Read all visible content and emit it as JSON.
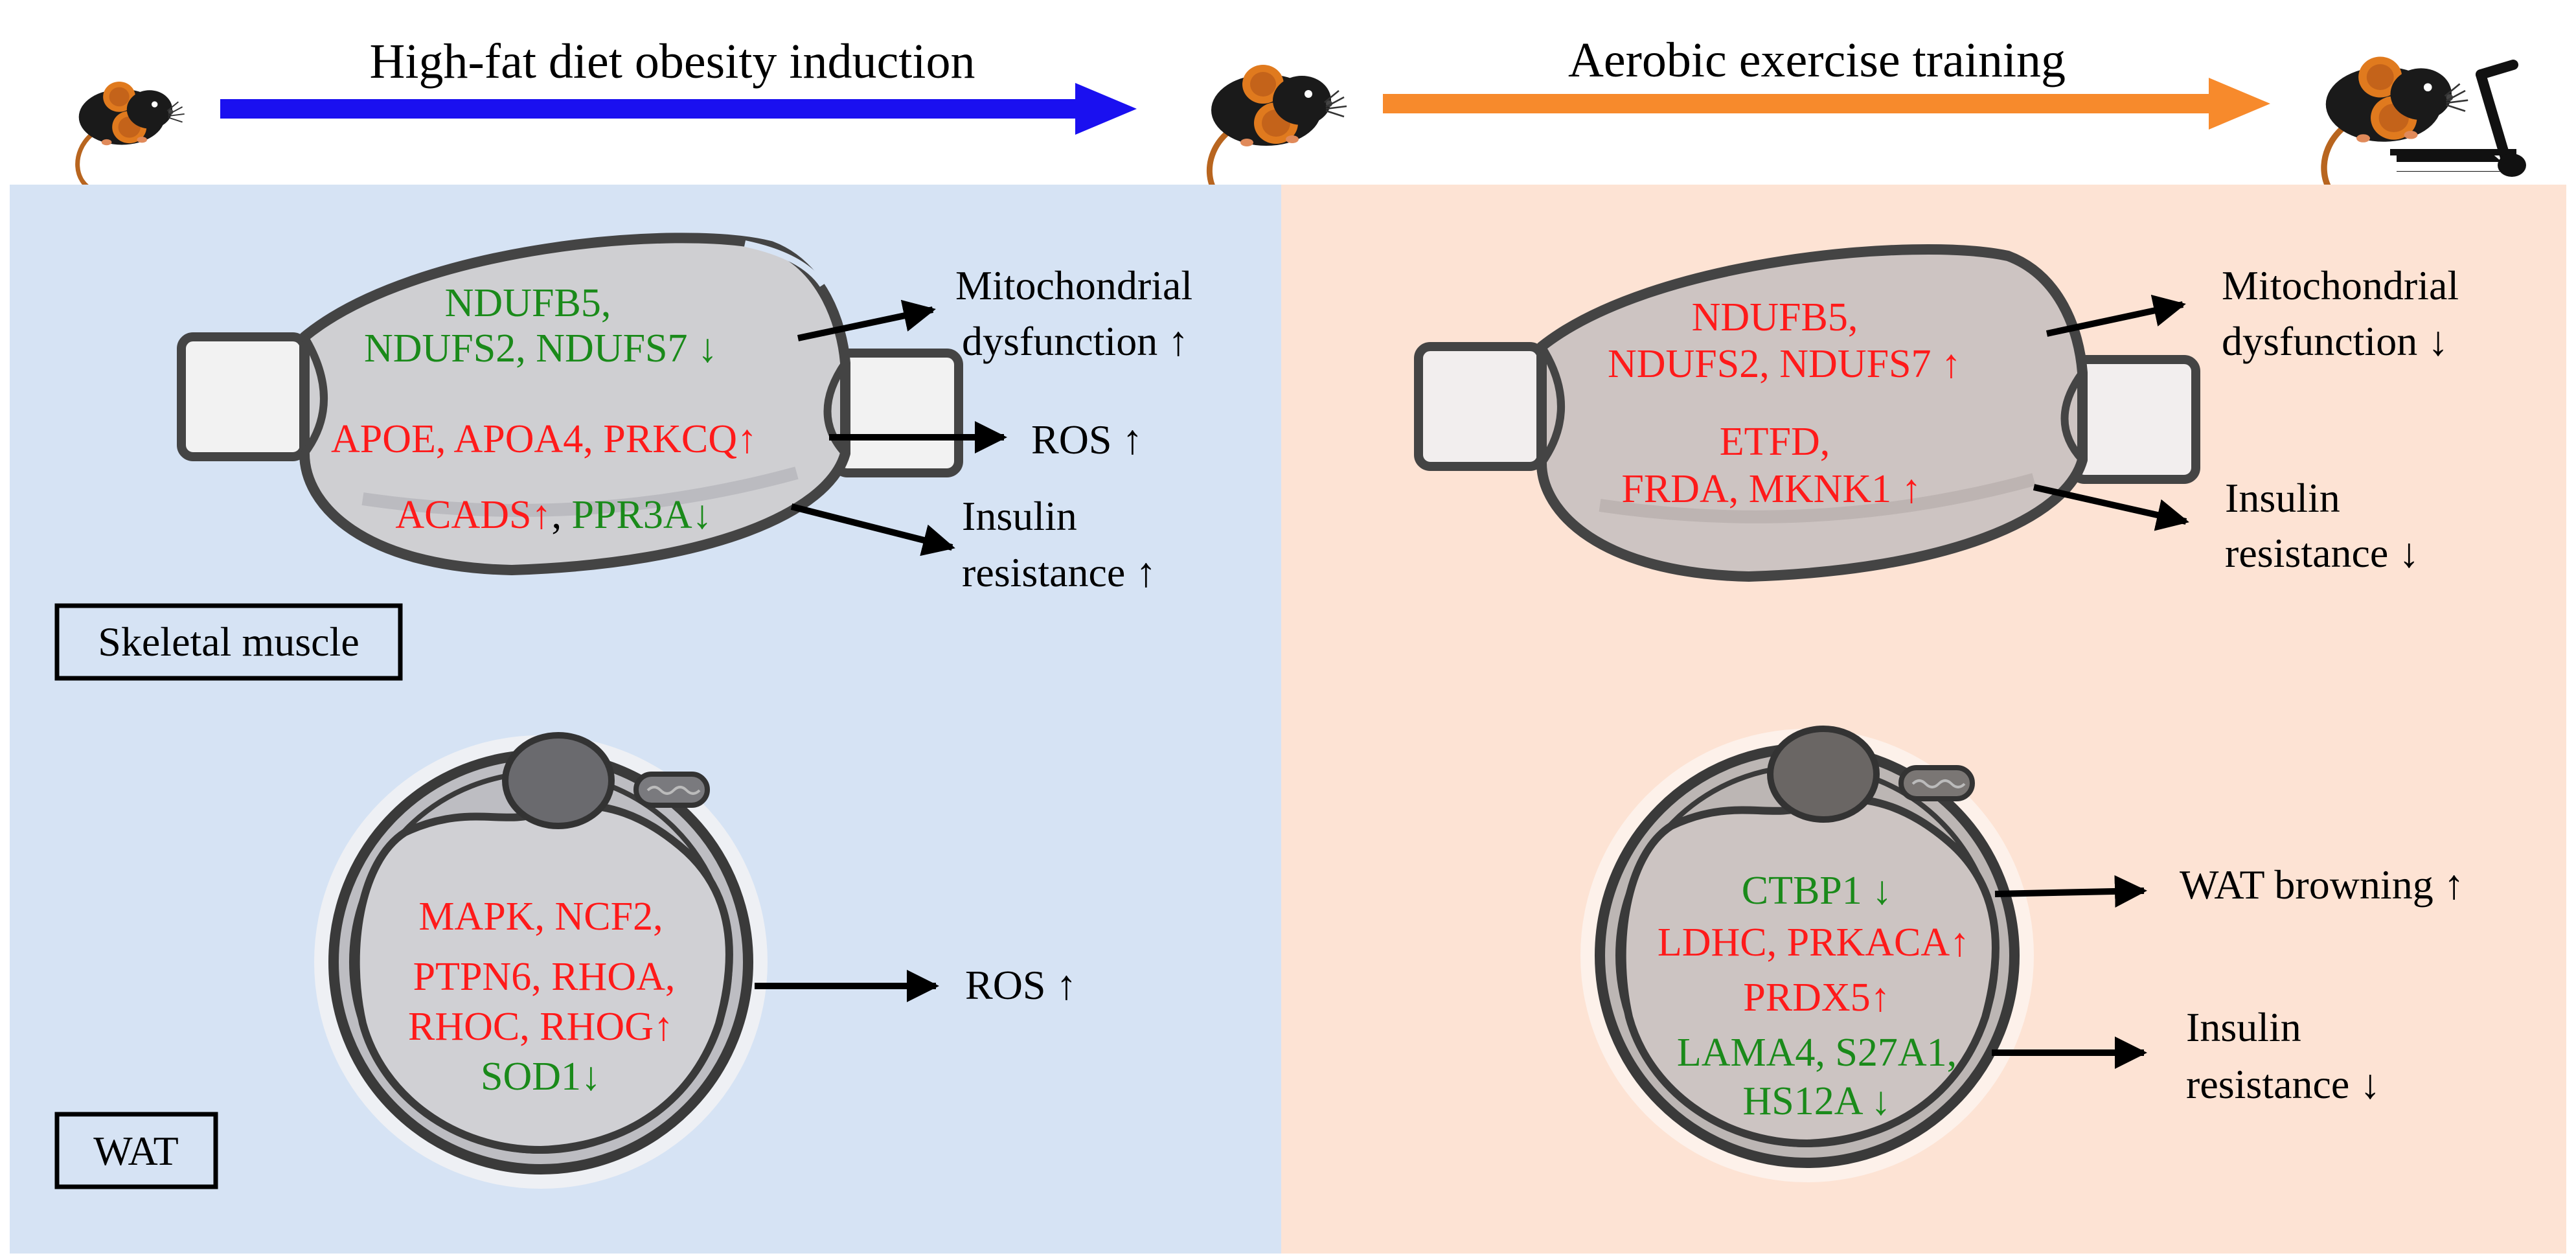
{
  "colors": {
    "blue_arrow": "#1a10f0",
    "orange_arrow": "#f78a2c",
    "left_panel_bg": "#d6e3f4",
    "right_panel_bg": "#fde3d4",
    "up_red": "#ff1a1a",
    "down_green": "#1a8a1a",
    "text": "#000000"
  },
  "icons": [
    "mouse-icon",
    "mouse-icon",
    "mouse-on-treadmill-icon",
    "muscle-fiber-icon",
    "adipocyte-icon"
  ],
  "header": {
    "stage1_label": "High-fat diet obesity induction",
    "stage2_label": "Aerobic exercise training"
  },
  "left_panel": {
    "muscle": {
      "genes_1a": "NDUFB5,",
      "genes_1b": "NDUFS2, NDUFS7 ↓",
      "genes_2": "APOE, APOA4, PRKCQ↑",
      "genes_3a": "ACADS↑",
      "genes_3sep": ", ",
      "genes_3b": "PPR3A↓",
      "out_1a": "Mitochondrial",
      "out_1b": "dysfunction ↑",
      "out_2": "ROS ↑",
      "out_3a": "Insulin",
      "out_3b": "resistance ↑",
      "tissue_label": "Skeletal muscle"
    },
    "wat": {
      "genes_1": "MAPK, NCF2,",
      "genes_2": "PTPN6, RHOA,",
      "genes_3": "RHOC, RHOG↑",
      "genes_4": "SOD1↓",
      "out_1": "ROS ↑",
      "tissue_label": "WAT"
    }
  },
  "right_panel": {
    "muscle": {
      "genes_1a": "NDUFB5,",
      "genes_1b": "NDUFS2, NDUFS7 ↑",
      "genes_2a": "ETFD,",
      "genes_2b": "FRDA, MKNK1 ↑",
      "out_1a": "Mitochondrial",
      "out_1b": "dysfunction ↓",
      "out_2a": "Insulin",
      "out_2b": "resistance ↓"
    },
    "wat": {
      "genes_1": "CTBP1 ↓",
      "genes_2": "LDHC, PRKACA↑",
      "genes_3": "PRDX5↑",
      "genes_4": "LAMA4, S27A1,",
      "genes_5": "HS12A ↓",
      "out_1": "WAT browning ↑",
      "out_2a": "Insulin",
      "out_2b": "resistance ↓"
    }
  }
}
